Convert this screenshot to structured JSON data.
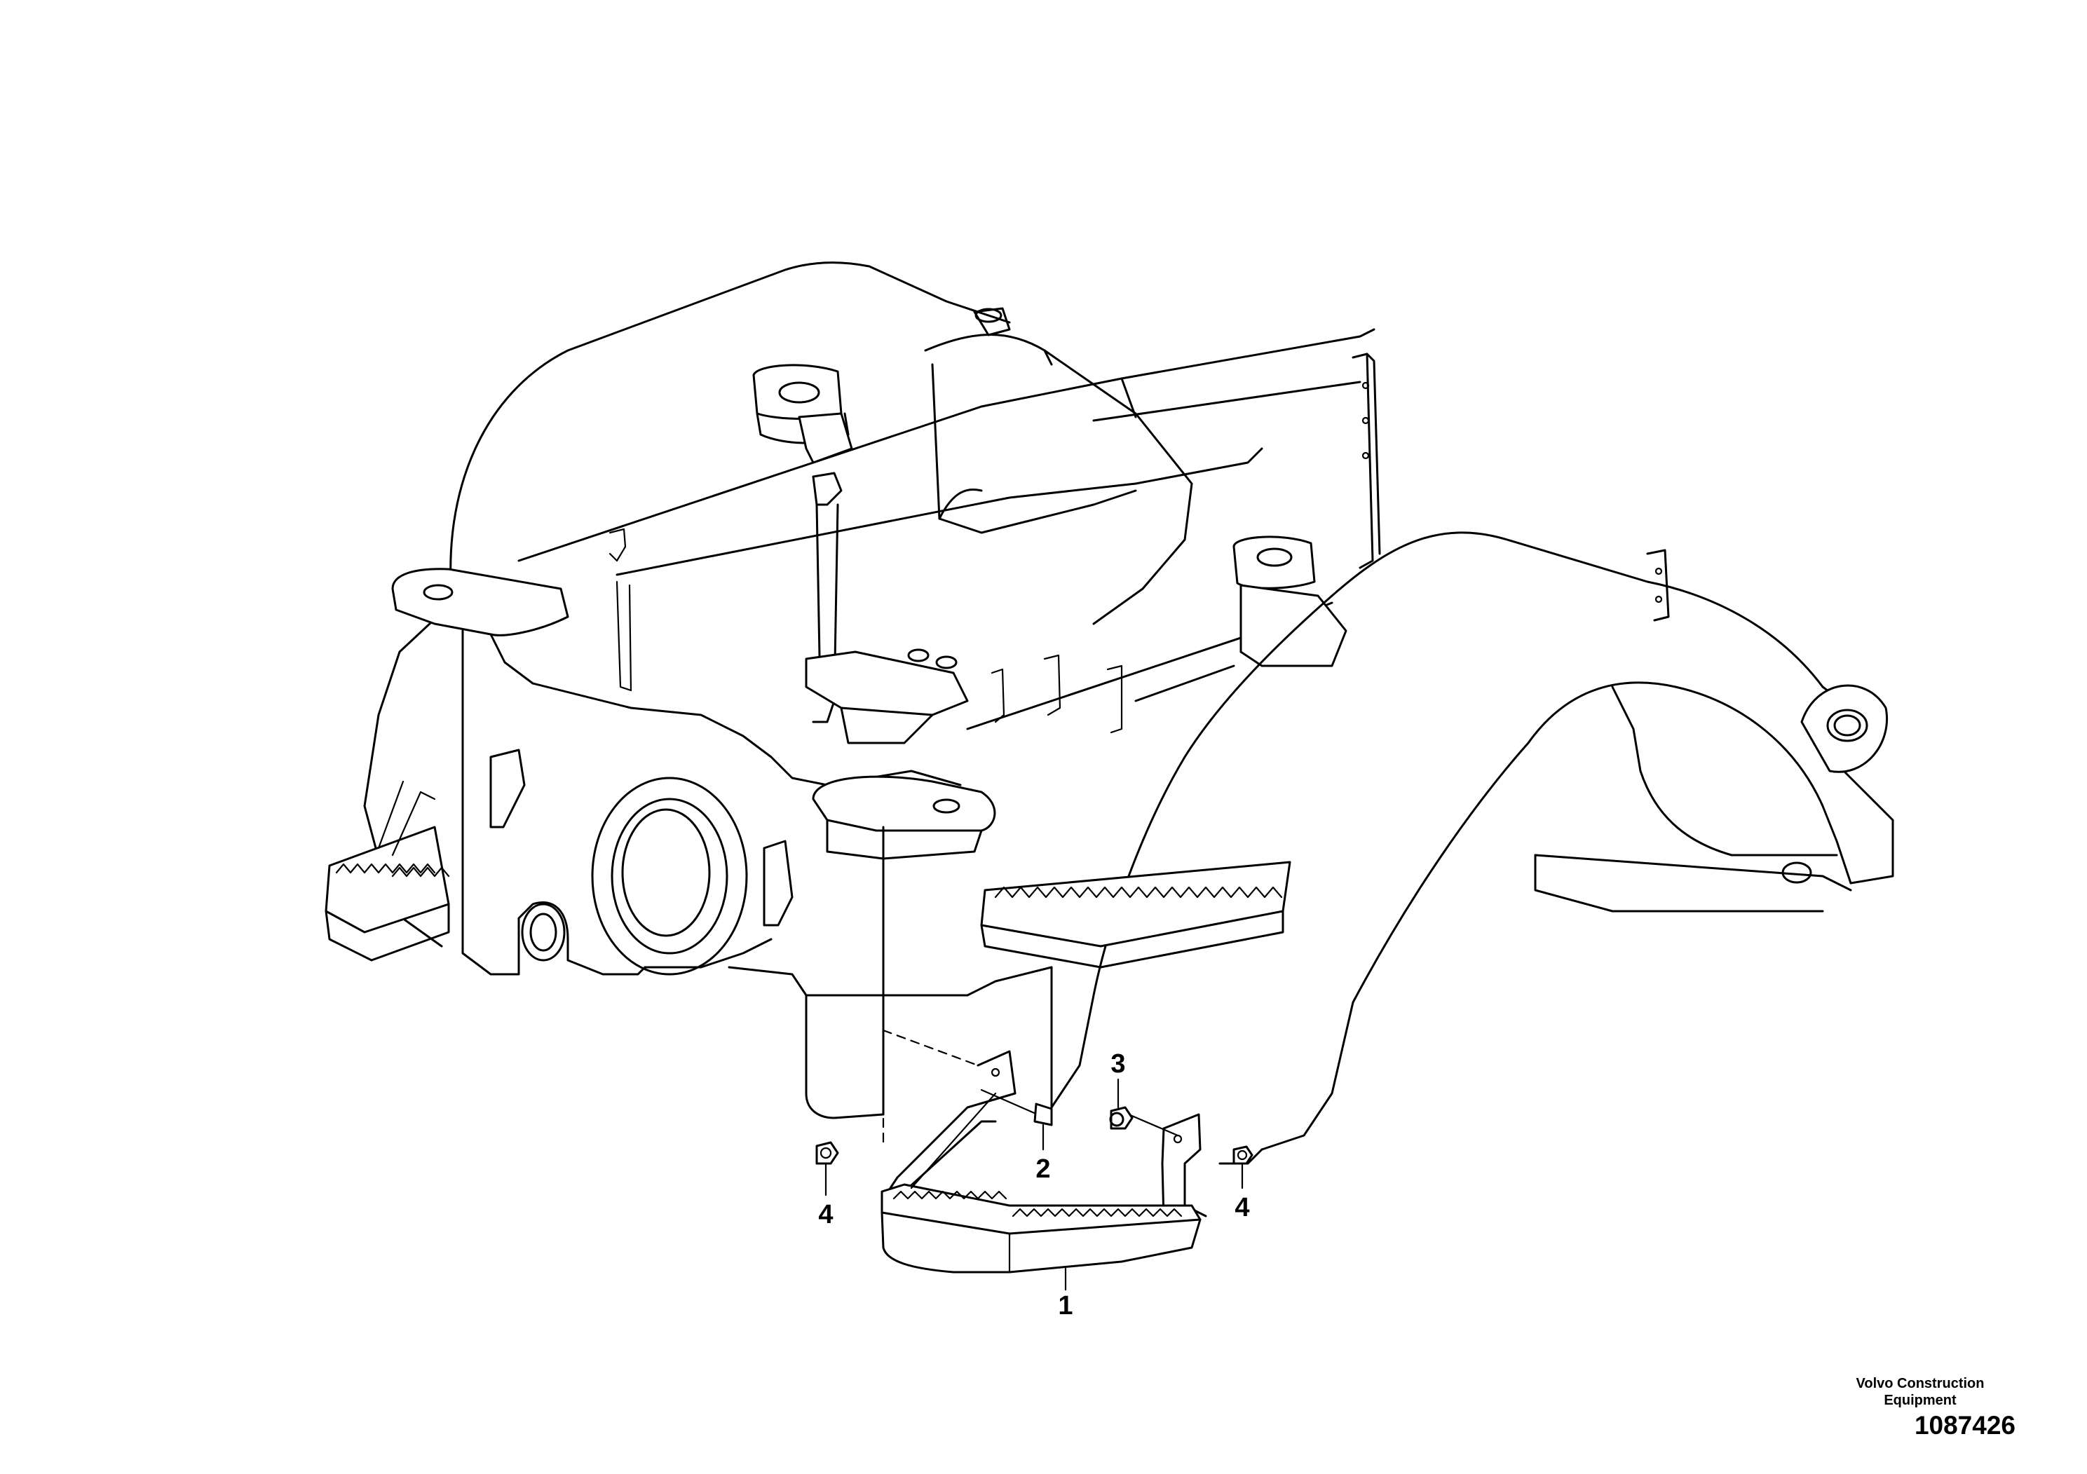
{
  "diagram": {
    "callouts": [
      "1",
      "2",
      "3",
      "4",
      "4"
    ],
    "colors": {
      "line": "#000000",
      "background": "#ffffff"
    }
  },
  "footer": {
    "brand_line1": "Volvo Construction",
    "brand_line2": "Equipment",
    "document_number": "1087426"
  }
}
